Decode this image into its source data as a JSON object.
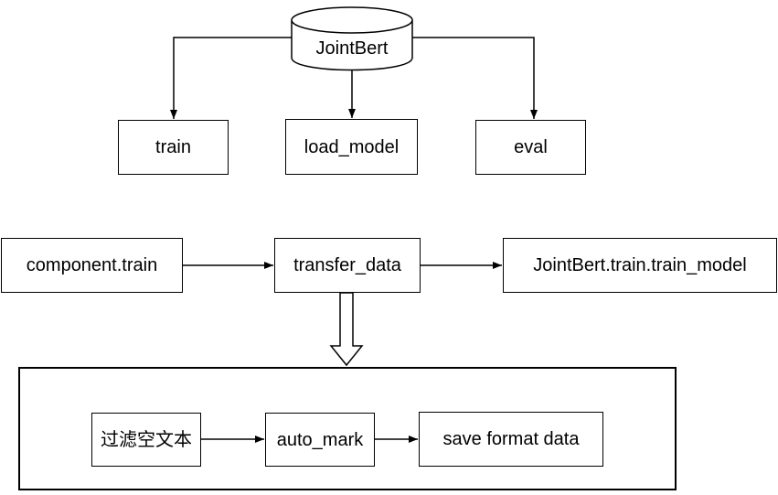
{
  "diagram": {
    "stroke_color": "#000000",
    "fill_color": "#ffffff",
    "text_color": "#000000",
    "nodes": {
      "jointbert_db": {
        "label": "JointBert",
        "shape": "cylinder"
      },
      "train": {
        "label": "train",
        "shape": "rect"
      },
      "load_model": {
        "label": "load_model",
        "shape": "rect"
      },
      "eval": {
        "label": "eval",
        "shape": "rect"
      },
      "component_train": {
        "label": "component.train",
        "shape": "rect"
      },
      "transfer_data": {
        "label": "transfer_data",
        "shape": "rect"
      },
      "jointbert_train_train_model": {
        "label": "JointBert.train.train_model",
        "shape": "rect"
      },
      "pipeline_container": {
        "label": "",
        "shape": "container"
      },
      "filter_empty_text": {
        "label": "过滤空文本",
        "shape": "rect"
      },
      "auto_mark": {
        "label": "auto_mark",
        "shape": "rect"
      },
      "save_format_data": {
        "label": "save format data",
        "shape": "rect"
      }
    },
    "edges": [
      {
        "from": "jointbert_db",
        "to": "train",
        "style": "arrow"
      },
      {
        "from": "jointbert_db",
        "to": "load_model",
        "style": "arrow"
      },
      {
        "from": "jointbert_db",
        "to": "eval",
        "style": "arrow"
      },
      {
        "from": "component_train",
        "to": "transfer_data",
        "style": "arrow"
      },
      {
        "from": "transfer_data",
        "to": "jointbert_train_train_model",
        "style": "arrow"
      },
      {
        "from": "transfer_data",
        "to": "pipeline_container",
        "style": "block-arrow"
      },
      {
        "from": "filter_empty_text",
        "to": "auto_mark",
        "style": "arrow"
      },
      {
        "from": "auto_mark",
        "to": "save_format_data",
        "style": "arrow"
      }
    ]
  }
}
